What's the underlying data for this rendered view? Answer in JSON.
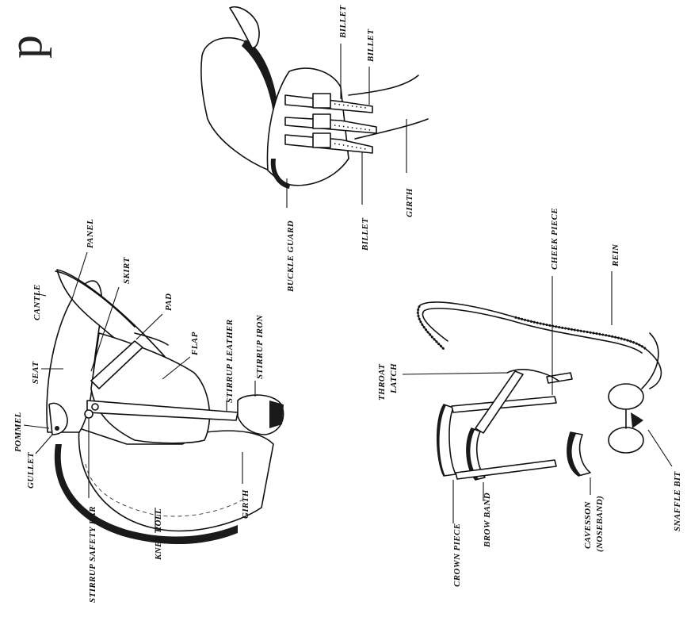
{
  "page_fragment": "p",
  "labels": {
    "cantle": "CANTLE",
    "panel": "PANEL",
    "skirt": "SKIRT",
    "pad": "PAD",
    "seat": "SEAT",
    "flap": "FLAP",
    "pommel": "POMMEL",
    "gullet": "GULLET",
    "stirrup_leather": "STIRRUP LEATHER",
    "stirrup_iron": "STIRRUP IRON",
    "stirrup_safety_bar": "STIRRUP SAFETY BAR",
    "knee_roll": "KNEE ROLL",
    "girth_saddle": "GIRTH",
    "billet_1": "BILLET",
    "billet_2": "BILLET",
    "billet_3": "BILLET",
    "buckle_guard": "BUCKLE GUARD",
    "girth_billets": "GIRTH",
    "throat_latch_1": "THROAT",
    "throat_latch_2": "LATCH",
    "cheek_piece": "CHEEK PIECE",
    "rein": "REIN",
    "crown_piece": "CROWN PIECE",
    "brow_band": "BROW BAND",
    "cavesson_1": "CAVESSON",
    "cavesson_2": "(NOSEBAND)",
    "snaffle_bit": "SNAFFLE BIT"
  }
}
